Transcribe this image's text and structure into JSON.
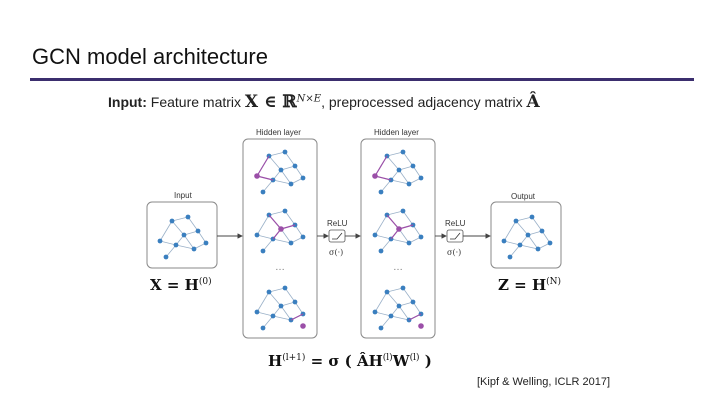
{
  "slide": {
    "title": "GCN model architecture",
    "input_line": {
      "prefix": "Input:",
      "text1": " Feature matrix ",
      "math1": "X ∈ ℝ",
      "math1_sup": "N×E",
      "text2": ", preprocessed adjacency matrix ",
      "math2": "Â"
    }
  },
  "diagram": {
    "input_label": "Input",
    "hidden_label_1": "Hidden layer",
    "hidden_label_2": "Hidden layer",
    "output_label": "Output",
    "relu_label_1": "ReLU",
    "relu_label_2": "ReLU",
    "sigma_1": "σ(·)",
    "sigma_2": "σ(·)",
    "dots_1": "…",
    "dots_2": "…",
    "input_formula": "X = H",
    "input_formula_sup": "(0)",
    "output_formula": "Z = H",
    "output_formula_sup": "(N)",
    "update_formula": "H",
    "update_formula_sup": "(l+1)",
    "update_formula_rhs": " = σ ( ÂH",
    "update_formula_sup2": "(l)",
    "update_formula_w": "W",
    "update_formula_sup3": "(l)",
    "update_formula_close": " )",
    "colors": {
      "node": "#3a7fbf",
      "highlight": "#9b4fa8",
      "edge": "#9ab0c8",
      "box": "#8a8a8a"
    }
  },
  "citation": "[Kipf & Welling, ICLR 2017]"
}
